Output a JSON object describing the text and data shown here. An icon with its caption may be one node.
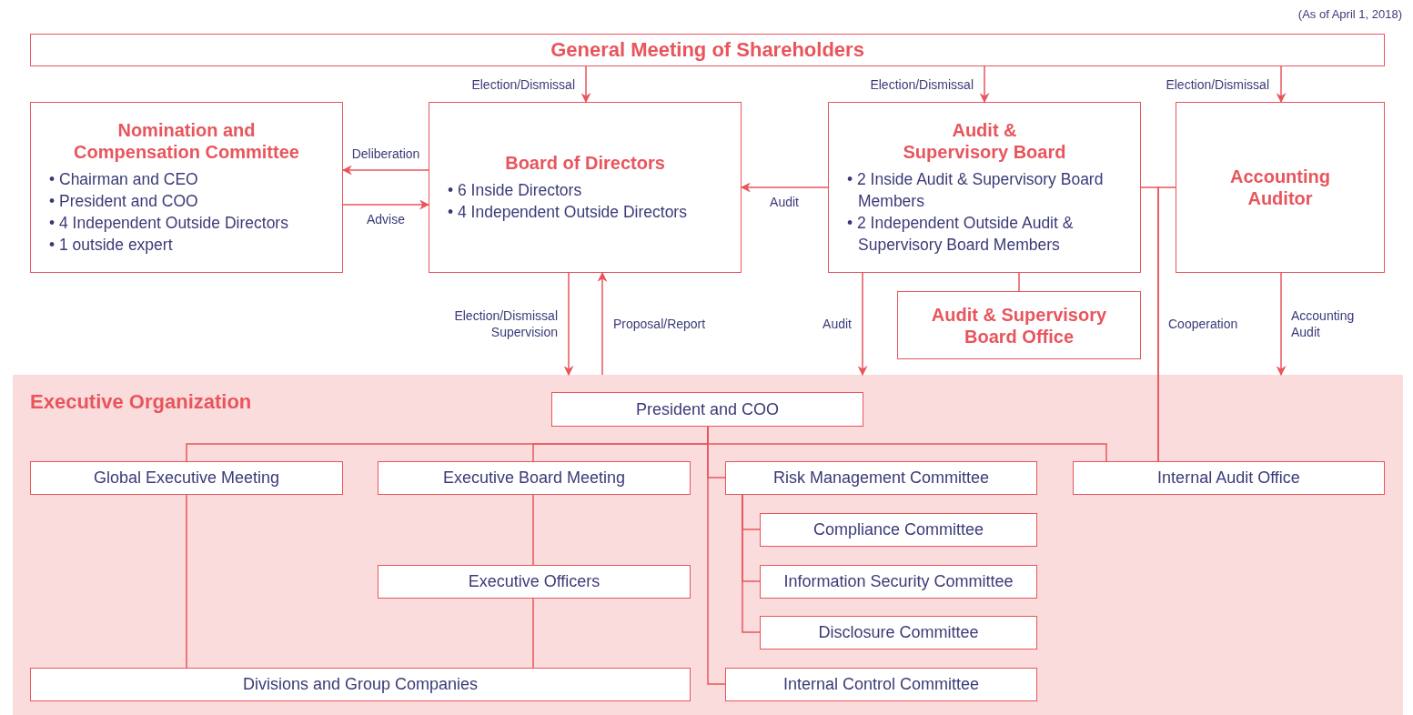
{
  "diagram": {
    "nodes": [
      {
        "text": [
          "General Meeting of Shareholders"
        ]
      },
      {
        "text": [
          "Nomination and Compensation Committee",
          "• Chairman and CEO",
          "• President and COO",
          "• 4 Independent Outside Directors",
          "• 1 outside expert"
        ]
      },
      {
        "text": [
          "Board of Directors",
          "• 6 Inside Directors",
          "• 4 Independent Outside Directors"
        ]
      },
      {
        "text": [
          "Audit & Supervisory Board",
          "• 2 Inside Audit & Supervisory Board Members",
          "• 2 Independent Outside Audit & Supervisory Board Members"
        ]
      },
      {
        "text": [
          "Accounting Auditor"
        ]
      },
      {
        "text": [
          "Audit & Supervisory Board Office"
        ]
      },
      {
        "text": [
          "Executive Organization"
        ]
      },
      {
        "text": [
          "President and COO"
        ],
        "in": 6
      },
      {
        "text": [
          "Global Executive Meeting"
        ],
        "in": 6
      },
      {
        "text": [
          "Executive Board Meeting"
        ],
        "in": 6
      },
      {
        "text": [
          "Risk Management Committee"
        ],
        "in": 6
      },
      {
        "text": [
          "Internal Audit Office"
        ],
        "in": 6
      },
      {
        "text": [
          "Compliance Committee"
        ],
        "in": 6
      },
      {
        "text": [
          "Executive Officers"
        ],
        "in": 6
      },
      {
        "text": [
          "Information Security Committee"
        ],
        "in": 6
      },
      {
        "text": [
          "Disclosure Committee"
        ],
        "in": 6
      },
      {
        "text": [
          "Divisions and Group Companies"
        ],
        "in": 6
      },
      {
        "text": [
          "Internal Control Committee"
        ],
        "in": 6
      }
    ],
    "edges": [
      {
        "from": 0,
        "to": 2,
        "arrow": "to",
        "label": "Election/Dismissal"
      },
      {
        "from": 0,
        "to": 3,
        "arrow": "to",
        "label": "Election/Dismissal"
      },
      {
        "from": 0,
        "to": 4,
        "arrow": "to",
        "label": "Election/Dismissal"
      },
      {
        "from": 2,
        "to": 1,
        "arrow": "to",
        "label": "Deliberation"
      },
      {
        "from": 1,
        "to": 2,
        "arrow": "to",
        "label": "Advise"
      },
      {
        "from": 3,
        "to": 2,
        "arrow": "to",
        "label": "Audit"
      },
      {
        "from": 2,
        "to": 6,
        "arrow": "to",
        "label": "Election/Dismissal Supervision"
      },
      {
        "from": 6,
        "to": 2,
        "arrow": "to",
        "label": "Proposal/Report"
      },
      {
        "from": 3,
        "to": 6,
        "arrow": "to",
        "label": "Audit"
      },
      {
        "from": 4,
        "to": 6,
        "arrow": "to",
        "label": "Accounting Audit"
      },
      {
        "from": 3,
        "to": 5,
        "arrow": "none"
      },
      {
        "from": 3,
        "to": 11,
        "arrow": "none",
        "label": "Cooperation"
      },
      {
        "from": 4,
        "to": 11,
        "arrow": "none"
      },
      {
        "from": 7,
        "to": 8,
        "arrow": "none"
      },
      {
        "from": 7,
        "to": 9,
        "arrow": "none"
      },
      {
        "from": 7,
        "to": 11,
        "arrow": "none"
      },
      {
        "from": 7,
        "to": 10,
        "arrow": "none"
      },
      {
        "from": 7,
        "to": 17,
        "arrow": "none"
      },
      {
        "from": 10,
        "to": 12,
        "arrow": "none"
      },
      {
        "from": 10,
        "to": 14,
        "arrow": "none"
      },
      {
        "from": 10,
        "to": 15,
        "arrow": "none"
      },
      {
        "from": 8,
        "to": 16,
        "arrow": "none"
      },
      {
        "from": 9,
        "to": 13,
        "arrow": "none"
      },
      {
        "from": 13,
        "to": 16,
        "arrow": "none"
      }
    ],
    "labels": [
      "(As of April 1, 2018)"
    ]
  }
}
